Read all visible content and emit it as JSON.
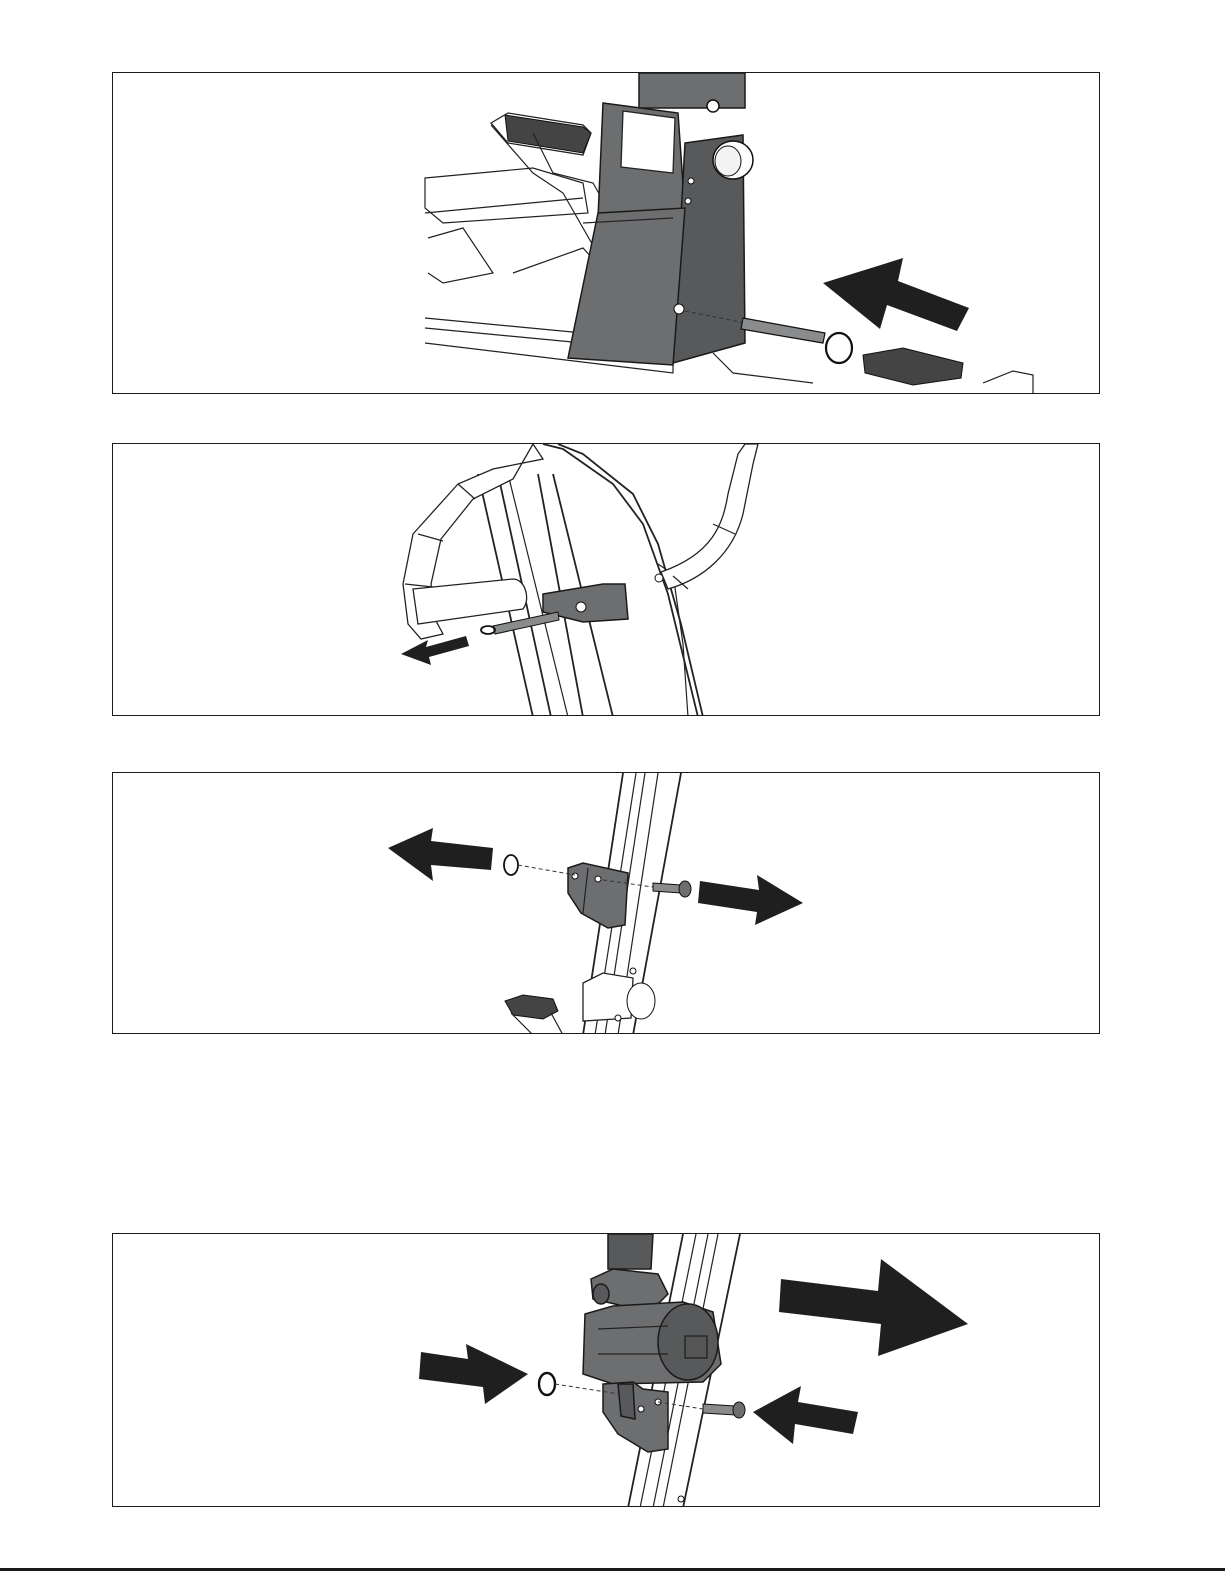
{
  "page": {
    "panels": [
      {
        "id": "panel-1",
        "arrows": 1
      },
      {
        "id": "panel-2",
        "arrows": 1
      },
      {
        "id": "panel-3",
        "arrows": 2
      },
      {
        "id": "panel-4",
        "arrows": 3
      }
    ]
  },
  "colors": {
    "border": "#1a1a1a",
    "part_dark": "#6d6e70",
    "arrow": "#1f1f1f",
    "background": "#ffffff"
  },
  "icons": [
    "arrow-icon",
    "pull-pin-icon",
    "bolt-icon",
    "washer-icon"
  ]
}
